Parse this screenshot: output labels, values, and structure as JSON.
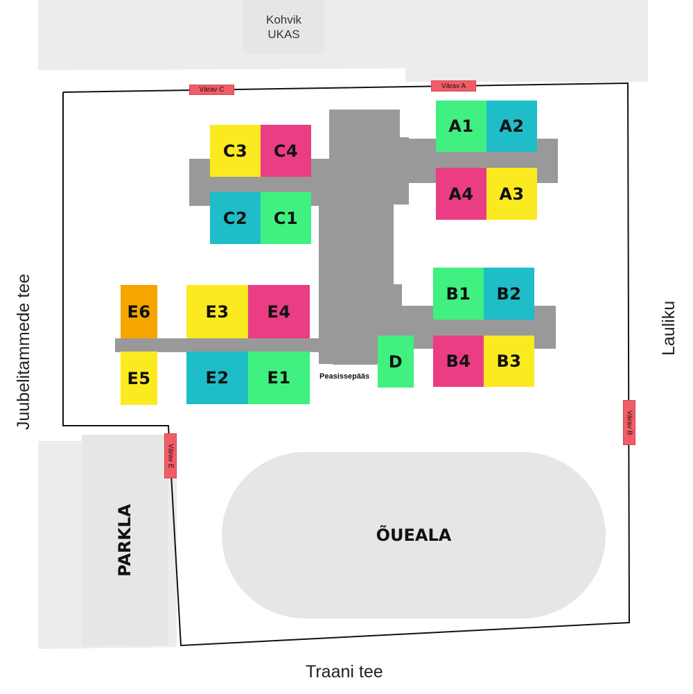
{
  "cafe": {
    "line1": "Kohvik",
    "line2": "UKAS"
  },
  "streets": {
    "left": "Juubelitammede tee",
    "right": "Lauliku",
    "bottom": "Traani tee"
  },
  "areas": {
    "parking": "PARKLA",
    "yard": "ÕUEALA",
    "main_entrance": "Peasissepääs"
  },
  "gates": {
    "a": "Värav A",
    "b": "Värav B",
    "c": "Värav C",
    "e": "Värav E"
  },
  "rooms": {
    "a1": "A1",
    "a2": "A2",
    "a3": "A3",
    "a4": "A4",
    "b1": "B1",
    "b2": "B2",
    "b3": "B3",
    "b4": "B4",
    "c1": "C1",
    "c2": "C2",
    "c3": "C3",
    "c4": "C4",
    "d": "D",
    "e1": "E1",
    "e2": "E2",
    "e3": "E3",
    "e4": "E4",
    "e5": "E5",
    "e6": "E6"
  },
  "colors": {
    "green": "#40f080",
    "teal": "#1ebdc8",
    "pink": "#ea3d83",
    "yellow": "#fbea20",
    "orange": "#f5a500",
    "gate": "#f25c66",
    "building": "#999999",
    "yard": "#e6e6e6"
  }
}
